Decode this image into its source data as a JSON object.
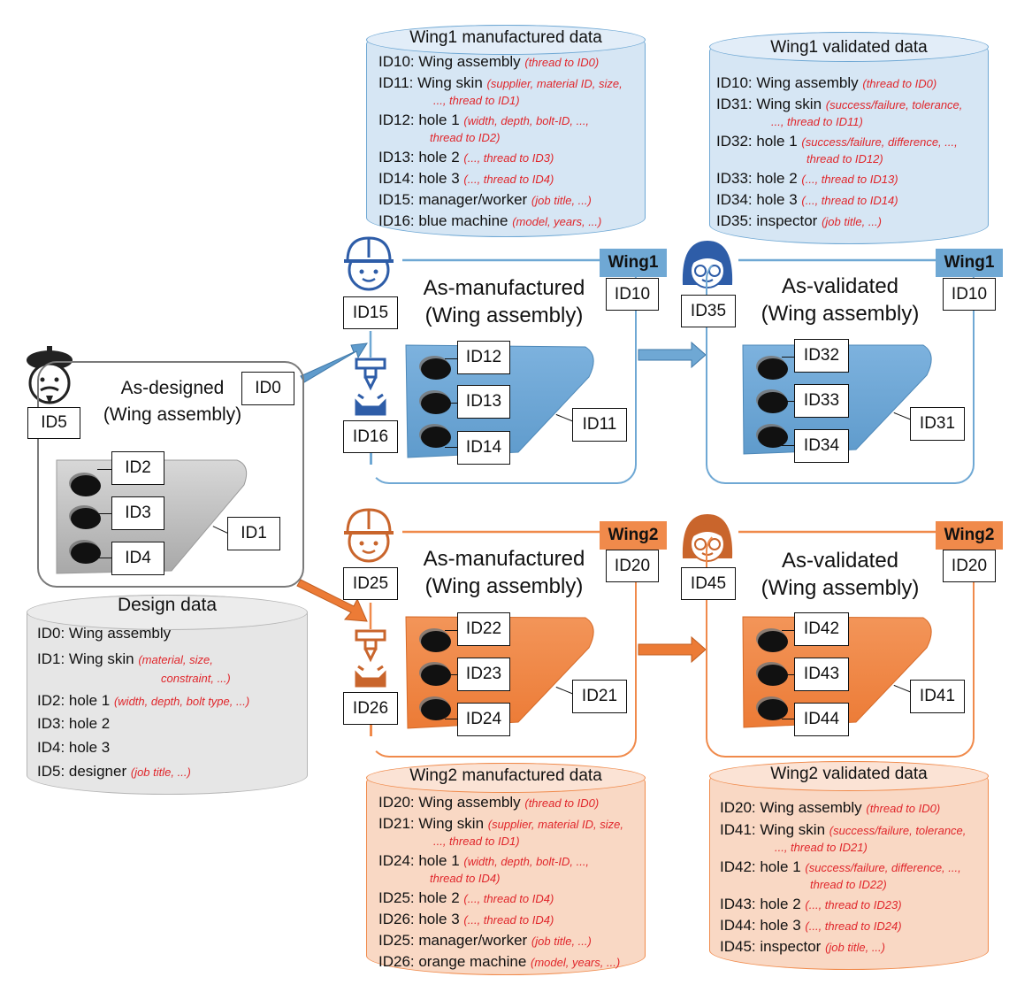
{
  "design": {
    "title_line1": "As-designed",
    "title_line2": "(Wing assembly)",
    "id_assembly": "ID0",
    "id_person": "ID5",
    "ids": [
      "ID2",
      "ID3",
      "ID4"
    ],
    "id_skin": "ID1",
    "data_title": "Design data",
    "data": [
      {
        "label": "ID0: Wing assembly",
        "note": ""
      },
      {
        "label": "ID1: Wing skin",
        "note": "(material, size,",
        "note2": "constraint, ...)"
      },
      {
        "label": "ID2: hole 1",
        "note": "(width, depth, bolt type, ...)"
      },
      {
        "label": "ID3: hole 2",
        "note": ""
      },
      {
        "label": "ID4: hole 3",
        "note": ""
      },
      {
        "label": "ID5: designer",
        "note": "(job title, ...)"
      }
    ]
  },
  "wing1": {
    "tag": "Wing1",
    "color": "#6fa8d4",
    "mfg": {
      "title_line1": "As-manufactured",
      "title_line2": "(Wing assembly)",
      "id_assembly": "ID10",
      "id_worker": "ID15",
      "id_machine": "ID16",
      "ids": [
        "ID12",
        "ID13",
        "ID14"
      ],
      "id_skin": "ID11"
    },
    "val": {
      "title_line1": "As-validated",
      "title_line2": "(Wing assembly)",
      "id_assembly": "ID10",
      "id_inspector": "ID35",
      "ids": [
        "ID32",
        "ID33",
        "ID34"
      ],
      "id_skin": "ID31"
    },
    "mfg_data_title": "Wing1 manufactured data",
    "mfg_data": [
      {
        "label": "ID10: Wing assembly",
        "note": "(thread to ID0)"
      },
      {
        "label": "ID11: Wing skin",
        "note": "(supplier, material ID, size,",
        "note2": "..., thread to ID1)"
      },
      {
        "label": "ID12: hole 1",
        "note": "(width, depth, bolt-ID, ...,",
        "note2": "thread to ID2)"
      },
      {
        "label": "ID13: hole 2",
        "note": "(..., thread to ID3)"
      },
      {
        "label": "ID14: hole 3",
        "note": "(..., thread to ID4)"
      },
      {
        "label": "ID15: manager/worker",
        "note": "(job title, ...)"
      },
      {
        "label": "ID16: blue machine",
        "note": "(model, years, ...)"
      }
    ],
    "val_data_title": "Wing1 validated data",
    "val_data": [
      {
        "label": "ID10: Wing assembly",
        "note": "(thread to ID0)"
      },
      {
        "label": "ID31: Wing skin",
        "note": "(success/failure, tolerance,",
        "note2": "..., thread to ID11)"
      },
      {
        "label": "ID32: hole 1",
        "note": "(success/failure, difference, ...,",
        "note2": "thread to ID12)"
      },
      {
        "label": "ID33: hole 2",
        "note": "(..., thread to ID13)"
      },
      {
        "label": "ID34: hole 3",
        "note": "(..., thread to ID14)"
      },
      {
        "label": "ID35: inspector",
        "note": "(job title, ...)"
      }
    ]
  },
  "wing2": {
    "tag": "Wing2",
    "color": "#f08a4b",
    "mfg": {
      "title_line1": "As-manufactured",
      "title_line2": "(Wing assembly)",
      "id_assembly": "ID20",
      "id_worker": "ID25",
      "id_machine": "ID26",
      "ids": [
        "ID22",
        "ID23",
        "ID24"
      ],
      "id_skin": "ID21"
    },
    "val": {
      "title_line1": "As-validated",
      "title_line2": "(Wing assembly)",
      "id_assembly": "ID20",
      "id_inspector": "ID45",
      "ids": [
        "ID42",
        "ID43",
        "ID44"
      ],
      "id_skin": "ID41"
    },
    "mfg_data_title": "Wing2 manufactured data",
    "mfg_data": [
      {
        "label": "ID20: Wing assembly",
        "note": "(thread to ID0)"
      },
      {
        "label": "ID21: Wing skin",
        "note": "(supplier, material ID, size,",
        "note2": "..., thread to ID1)"
      },
      {
        "label": "ID24: hole 1",
        "note": "(width, depth, bolt-ID, ...,",
        "note2": "thread to ID4)"
      },
      {
        "label": "ID25: hole 2",
        "note": "(..., thread to ID4)"
      },
      {
        "label": "ID26: hole 3",
        "note": "(..., thread to ID4)"
      },
      {
        "label": "ID25: manager/worker",
        "note": "(job title, ...)"
      },
      {
        "label": "ID26: orange machine",
        "note": "(model, years, ...)"
      }
    ],
    "val_data_title": "Wing2 validated data",
    "val_data": [
      {
        "label": "ID20: Wing assembly",
        "note": "(thread to ID0)"
      },
      {
        "label": "ID41: Wing skin",
        "note": "(success/failure, tolerance,",
        "note2": "..., thread to ID21)"
      },
      {
        "label": "ID42: hole 1",
        "note": "(success/failure, difference, ...,",
        "note2": "thread to ID22)"
      },
      {
        "label": "ID43: hole 2",
        "note": "(..., thread to ID23)"
      },
      {
        "label": "ID44: hole 3",
        "note": "(..., thread to ID24)"
      },
      {
        "label": "ID45: inspector",
        "note": "(job title, ...)"
      }
    ]
  },
  "icons": [
    "designer-icon",
    "worker-icon",
    "machine-icon",
    "inspector-icon",
    "arrow-icon"
  ],
  "colors": {
    "blue": "#6fa8d4",
    "blue_light": "#d6e6f4",
    "orange": "#f08a4b",
    "orange_light": "#f9d8c4",
    "gray_light": "#e6e6e6",
    "note_red": "#e0262b"
  }
}
